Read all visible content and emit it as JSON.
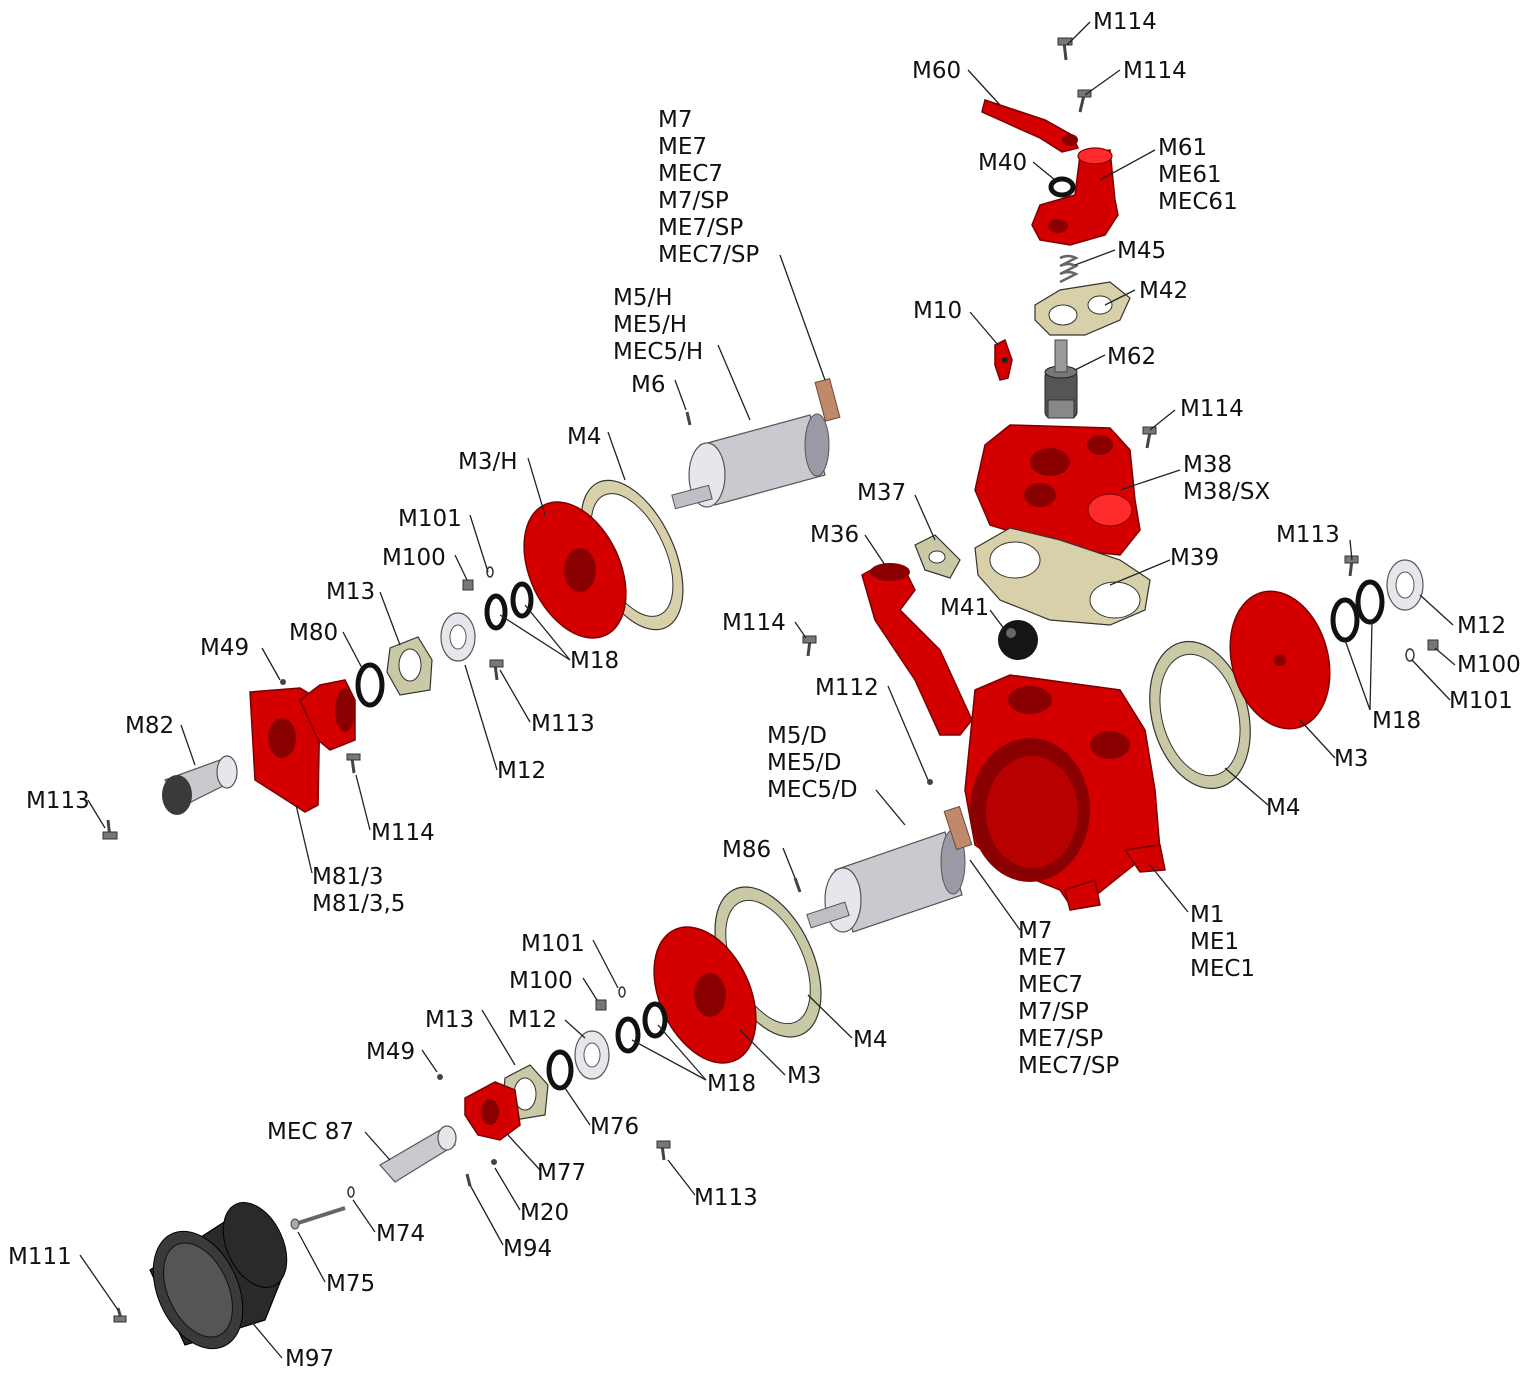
{
  "diagram": {
    "labels": [
      "M114",
      "M114",
      "M60",
      "M61",
      "ME61",
      "MEC61",
      "M40",
      "M45",
      "M42",
      "M10",
      "M62",
      "M114",
      "M38",
      "M38/SX",
      "M39",
      "M37",
      "M36",
      "M41",
      "M113",
      "M12",
      "M100",
      "M101",
      "M18",
      "M3",
      "M4",
      "M1",
      "ME1",
      "MEC1",
      "M7",
      "ME7",
      "MEC7",
      "M7/SP",
      "ME7/SP",
      "MEC7/SP",
      "M7",
      "ME7",
      "MEC7",
      "M7/SP",
      "ME7/SP",
      "MEC7/SP",
      "M5/H",
      "ME5/H",
      "MEC5/H",
      "M6",
      "M4",
      "M3/H",
      "M101",
      "M100",
      "M13",
      "M80",
      "M49",
      "M18",
      "M113",
      "M12",
      "M82",
      "M113",
      "M114",
      "M81/3",
      "M81/3,5",
      "M114",
      "M112",
      "M5/D",
      "ME5/D",
      "MEC5/D",
      "M86",
      "M101",
      "M100",
      "M13",
      "M12",
      "M49",
      "M18",
      "M3",
      "M4",
      "M76",
      "M77",
      "MEC 87",
      "M20",
      "M74",
      "M94",
      "M113",
      "M111",
      "M75",
      "M97"
    ]
  }
}
